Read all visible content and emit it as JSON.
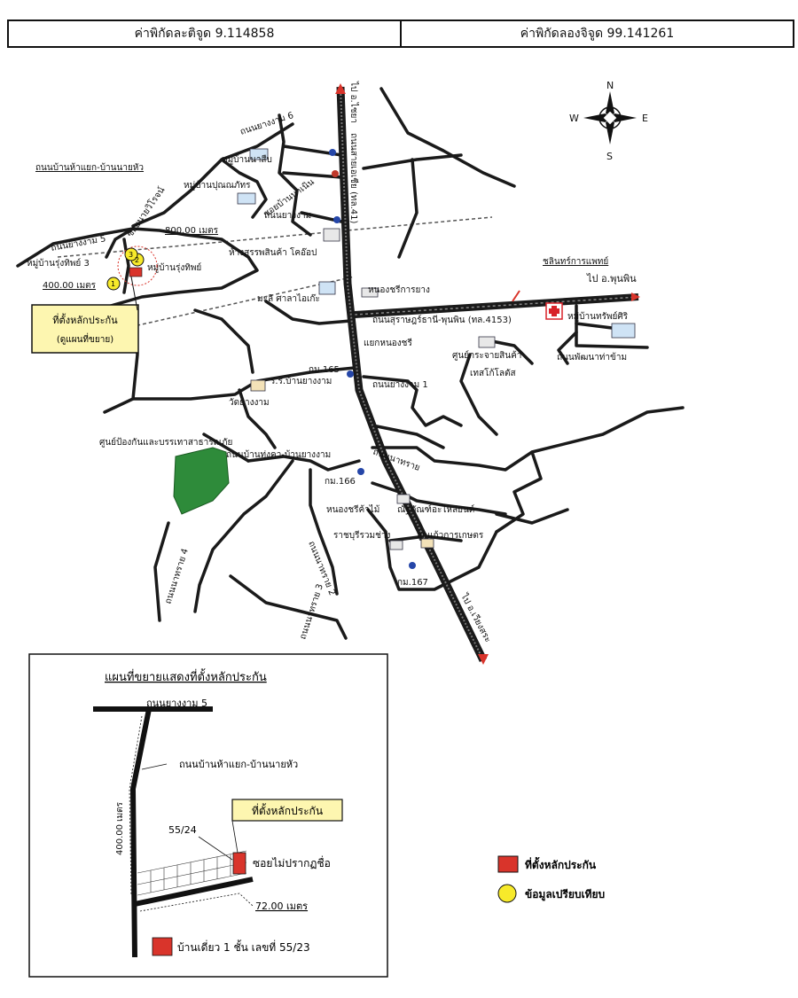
{
  "header": {
    "latitude_label": "ค่าพิกัดละติจูด 9.114858",
    "longitude_label": "ค่าพิกัดลองจิจูด 99.141261"
  },
  "compass": {
    "n": "N",
    "s": "S",
    "e": "E",
    "w": "W"
  },
  "main_map": {
    "labels": {
      "to_chaiya": "ไป อ.ไชยา",
      "highway41": "ถนนสายเอเชีย (ทล.41)",
      "yangngam6": "ถนนยางงาม 6",
      "ban_hahaeng": "ถนนบ้านห้าแยก-บ้านนายหัว",
      "ban_nasuep": "หมู่บ้านนาสืบ",
      "ban_punyaphat": "หมู่บ้านปุณณภัทร",
      "soi_nayvirot": "ซอยนายวิโรจน์",
      "soi_ban_naen": "ซอยบ้านนาเนิน",
      "yangngam_rd": "ถนนยางงาม",
      "dist800": "800.00 เมตร",
      "yangngam5": "ถนนยางงาม 5",
      "ban_rungthip3": "หมู่บ้านรุ่งทิพย์ 3",
      "ban_rungthip": "หมู่บ้านรุ่งทิพย์",
      "dist400": "400.00 เมตร",
      "mart": "ห้างสรรพสินค้า โคอ๊อป",
      "clinic": "ชลินทร์การแพทย์",
      "to_phunphin": "ไป อ.พุนพิน",
      "nongsri_yang": "หนองชรีการยาง",
      "mali": "มะลิ ศาลาไอเก๊ะ",
      "rd4153": "ถนนสุราษฎร์ธานี-พุนพิน (ทล.4153)",
      "ban_sapsiri": "หมู่บ้านทรัพย์ศิริ",
      "junction": "แยกหนองชรี",
      "tesco": "ศูนย์กระจายสินค้า เทสโก้โลตัส",
      "phatthana": "ถนนพัฒนาท่าข้าม",
      "km165": "กม.165",
      "school": "ร.ร.บ้านยางงาม",
      "yangngam1": "ถนนยางงาม 1",
      "wat": "วัดยางงาม",
      "disaster": "ศูนย์ป้องกันและบรรเทาสาธารณภัย",
      "thungkha": "ถนนบ้านทุ่งคา-บ้านยางงาม",
      "nasai": "ถนนนาทราย",
      "km166": "กม.166",
      "nongsri_wood": "หนองชรีค้าไม้",
      "parts": "ณัฐภัณฑ์อะไหล่ยนต์",
      "ratchaburi": "ราชบุรีรวมช่าง",
      "lukkaew": "ลูกแก้วการเกษตร",
      "nasai4": "ถนนนาทราย 4",
      "nasai2": "ถนนนาทราย 2",
      "km167": "กม.167",
      "nasai3": "ถนนนาทราย 3",
      "to_wiangsa": "ไป อ.เวียงสระ"
    },
    "collateral_box": {
      "line1": "ที่ตั้งหลักประกัน",
      "line2": "(ดูแผนที่ขยาย)"
    },
    "markers": [
      "1",
      "2",
      "3"
    ]
  },
  "inset": {
    "title": "แผนที่ขยายแสดงที่ตั้งหลักประกัน",
    "road_top": "ถนนยางงาม 5",
    "road_side": "ถนนบ้านห้าแยก-บ้านนายหัว",
    "dist400": "400.00 เมตร",
    "collateral_label": "ที่ตั้งหลักประกัน",
    "lot": "55/24",
    "soi": "ซอยไม่ปรากฏชื่อ",
    "dist72": "72.00 เมตร",
    "house": "บ้านเดี่ยว 1 ชั้น เลขที่ 55/23"
  },
  "legend": {
    "collateral": "ที่ตั้งหลักประกัน",
    "comparison": "ข้อมูลเปรียบเทียบ"
  },
  "colors": {
    "collateral_red": "#d9342b",
    "comparison_yellow": "#f7ea2a",
    "label_box_yellow": "#fdf6b0",
    "park_green": "#2e8b3a",
    "hospital_red": "#d8232a"
  }
}
